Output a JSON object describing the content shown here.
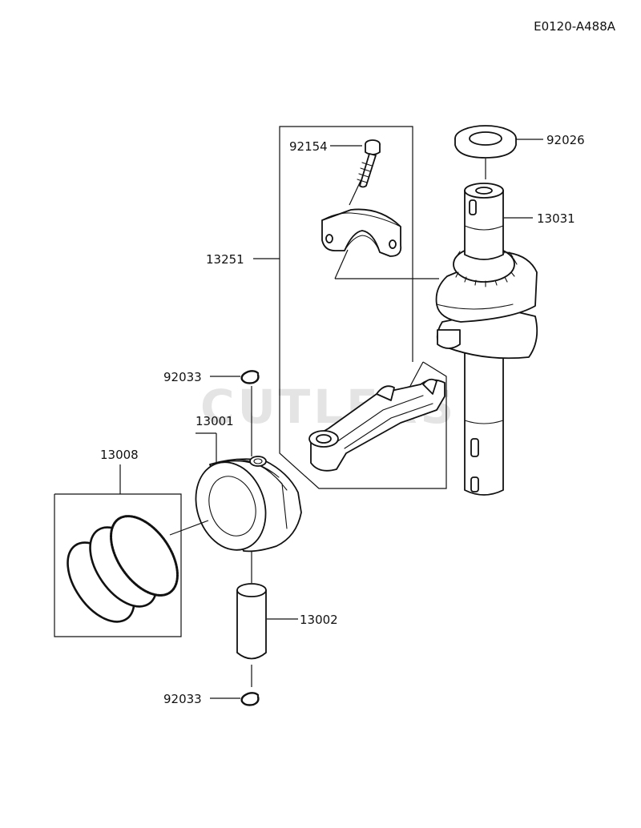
{
  "diagram_code": "E0120-A488A",
  "watermark": "CUTLERS",
  "parts": [
    {
      "id": "92154"
    },
    {
      "id": "92026"
    },
    {
      "id": "13031"
    },
    {
      "id": "13251"
    },
    {
      "id": "92033"
    },
    {
      "id": "13001"
    },
    {
      "id": "13008"
    },
    {
      "id": "13002"
    },
    {
      "id": "92033"
    }
  ]
}
